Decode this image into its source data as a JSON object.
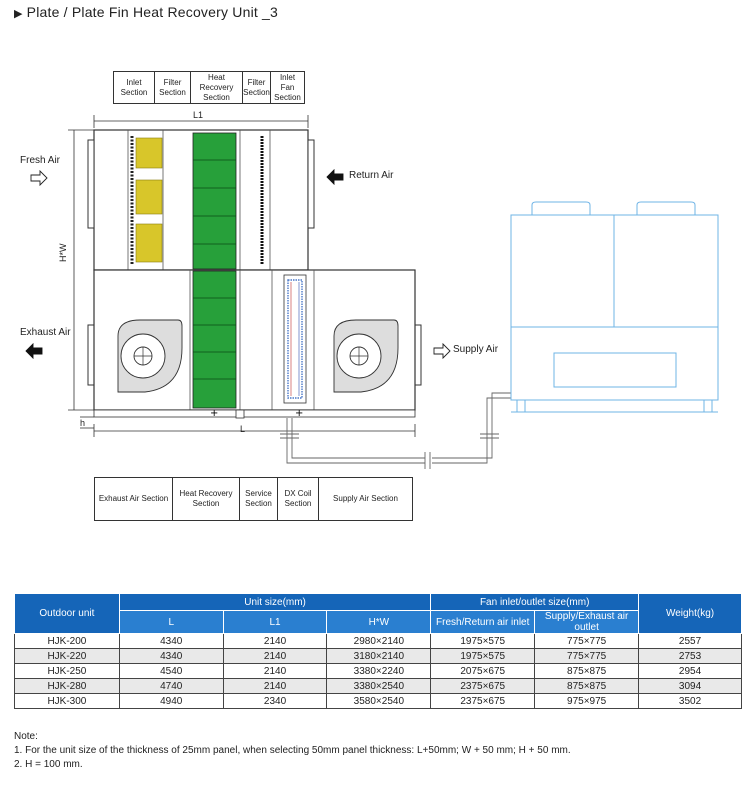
{
  "title": "Plate / Plate Fin  Heat Recovery Unit _3",
  "top_sections": [
    "Inlet Section",
    "Filter Section",
    "Heat Recovery Section",
    "Filter Section",
    "Inlet Fan Section"
  ],
  "bottom_sections": [
    "Exhaust Air Section",
    "Heat Recovery Section",
    "Service Section",
    "DX Coil Section",
    "Supply Air Section"
  ],
  "airflow": {
    "fresh_air": "Fresh Air",
    "return_air": "Return Air",
    "exhaust_air": "Exhaust Air",
    "supply_air": "Supply Air"
  },
  "dimensions": {
    "l1": "L1",
    "l": "L",
    "hw": "H*W",
    "h": "h"
  },
  "colors": {
    "heat_recovery": "#27a03a",
    "filter": "#d8c62a",
    "outdoor_unit_line": "#6fb4e6",
    "table_header": "#1565b8"
  },
  "table": {
    "headers": {
      "outdoor_unit": "Outdoor unit",
      "unit_size": "Unit size(mm)",
      "fan_size": "Fan inlet/outlet size(mm)",
      "weight": "Weight(kg)"
    },
    "subheaders": [
      "L",
      "L1",
      "H*W",
      "Fresh/Return air inlet",
      "Supply/Exhaust air outlet"
    ],
    "rows": [
      [
        "HJK-200",
        "4340",
        "2140",
        "2980×2140",
        "1975×575",
        "775×775",
        "2557"
      ],
      [
        "HJK-220",
        "4340",
        "2140",
        "3180×2140",
        "1975×575",
        "775×775",
        "2753"
      ],
      [
        "HJK-250",
        "4540",
        "2140",
        "3380×2240",
        "2075×675",
        "875×875",
        "2954"
      ],
      [
        "HJK-280",
        "4740",
        "2140",
        "3380×2540",
        "2375×675",
        "875×875",
        "3094"
      ],
      [
        "HJK-300",
        "4940",
        "2340",
        "3580×2540",
        "2375×675",
        "975×975",
        "3502"
      ]
    ]
  },
  "notes": [
    "Note:",
    "1. For the unit size of the thickness of 25mm panel, when selecting 50mm panel thickness: L+50mm; W + 50 mm; H + 50 mm.",
    "2. H = 100 mm."
  ]
}
